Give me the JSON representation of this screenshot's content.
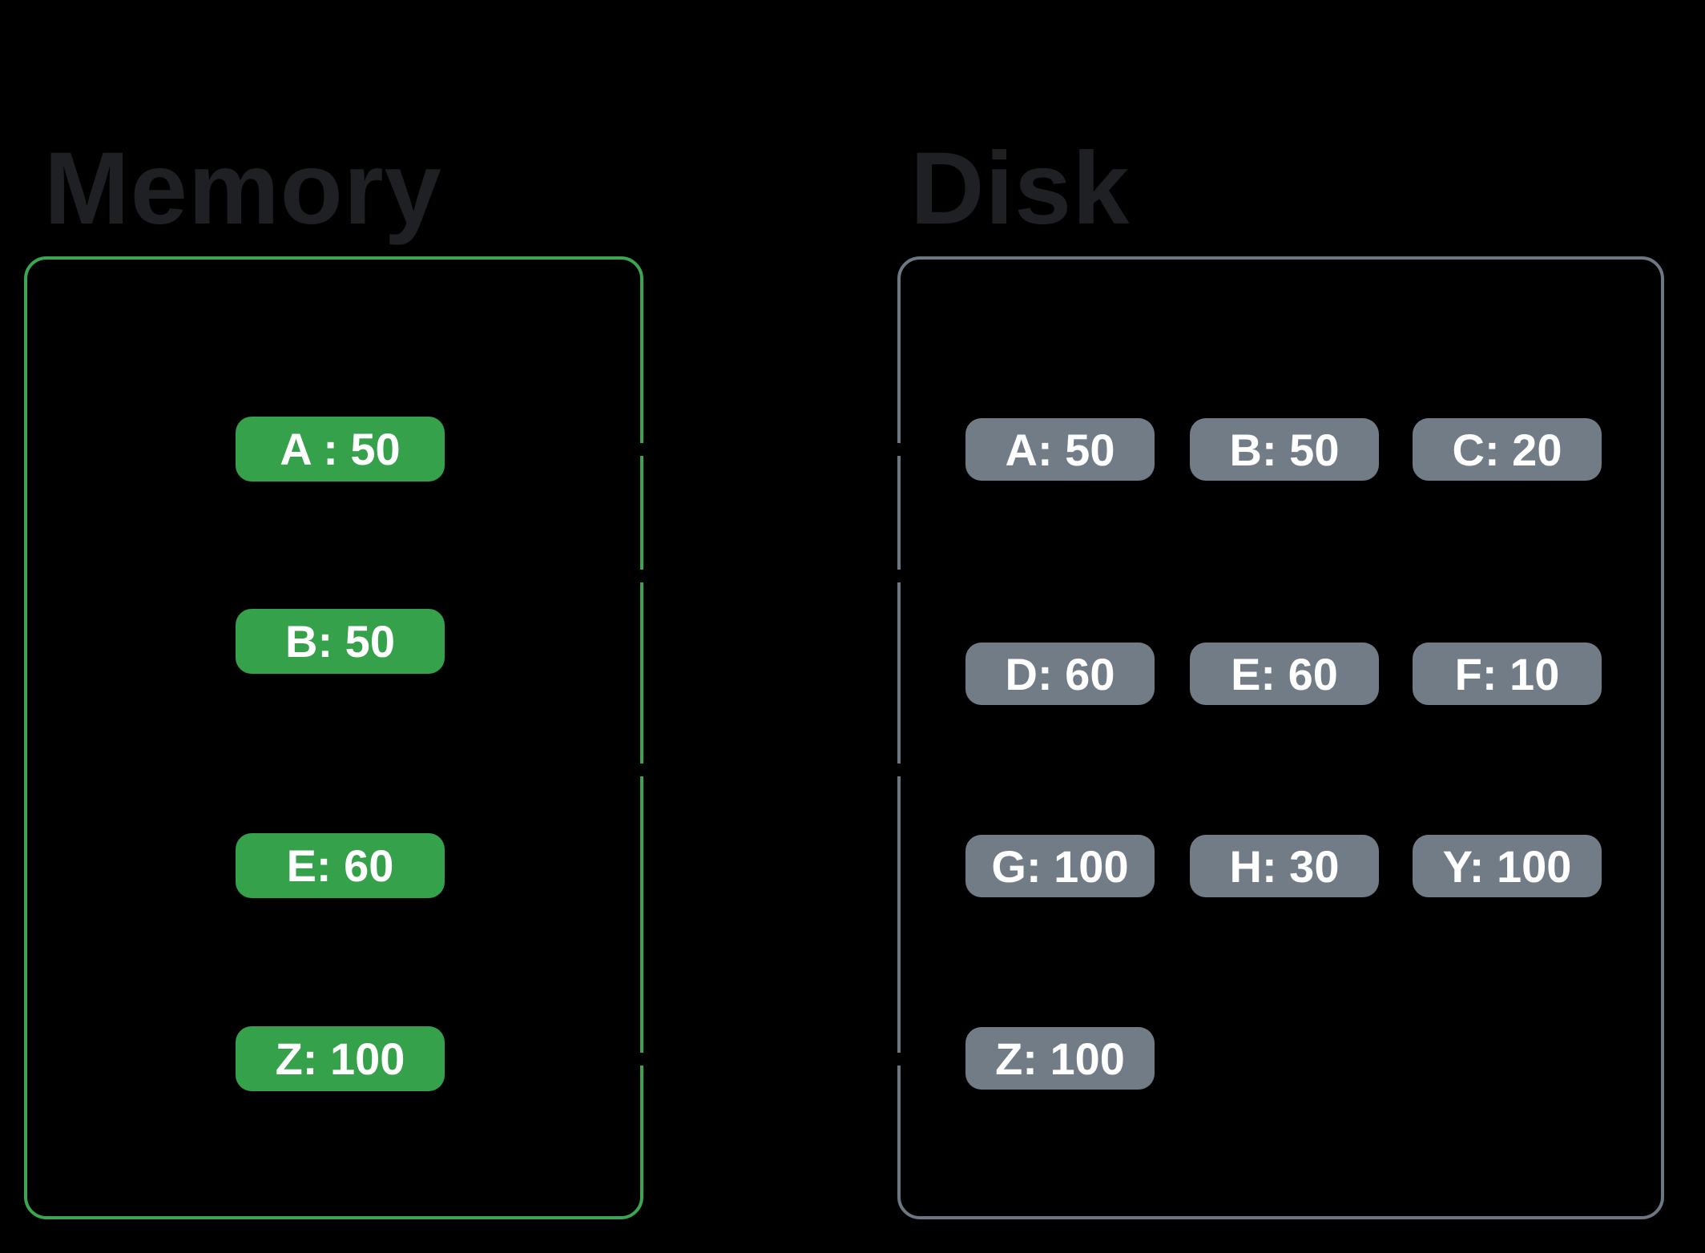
{
  "memory": {
    "title": "Memory",
    "items": [
      {
        "label": "A : 50"
      },
      {
        "label": "B: 50"
      },
      {
        "label": "E: 60"
      },
      {
        "label": "Z: 100"
      }
    ]
  },
  "disk": {
    "title": "Disk",
    "items": [
      {
        "label": "A: 50"
      },
      {
        "label": "B: 50"
      },
      {
        "label": "C: 20"
      },
      {
        "label": "D: 60"
      },
      {
        "label": "E: 60"
      },
      {
        "label": "F: 10"
      },
      {
        "label": "G: 100"
      },
      {
        "label": "H: 30"
      },
      {
        "label": "Y: 100"
      },
      {
        "label": "Z: 100"
      }
    ]
  },
  "colors": {
    "background": "#000000",
    "title_text": "#1e2023",
    "memory_border": "#3ba64f",
    "memory_pill": "#35a24b",
    "disk_border": "#6c7781",
    "disk_pill": "#717c87",
    "pill_text": "#ffffff"
  }
}
